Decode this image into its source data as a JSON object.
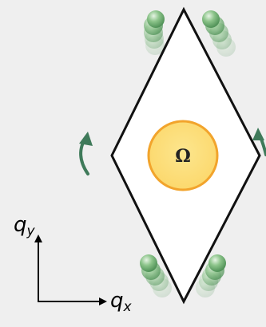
{
  "diagram": {
    "center_symbol": "Ω",
    "x_axis": {
      "base": "q",
      "subscript": "x"
    },
    "y_axis": {
      "base": "q",
      "subscript": "y"
    }
  },
  "colors": {
    "background": "#efefef",
    "rhombus_fill": "#ffffff",
    "rhombus_stroke": "#111111",
    "core_fill": "#fce17e",
    "core_stroke": "#f2a42c",
    "ball": "#79b47a",
    "rotation_arrow": "#3f7a5a"
  },
  "icons": {
    "rotation_left": "counterclockwise-arrow-icon",
    "rotation_right": "clockwise-arrow-icon",
    "particle": "sphere-icon"
  }
}
